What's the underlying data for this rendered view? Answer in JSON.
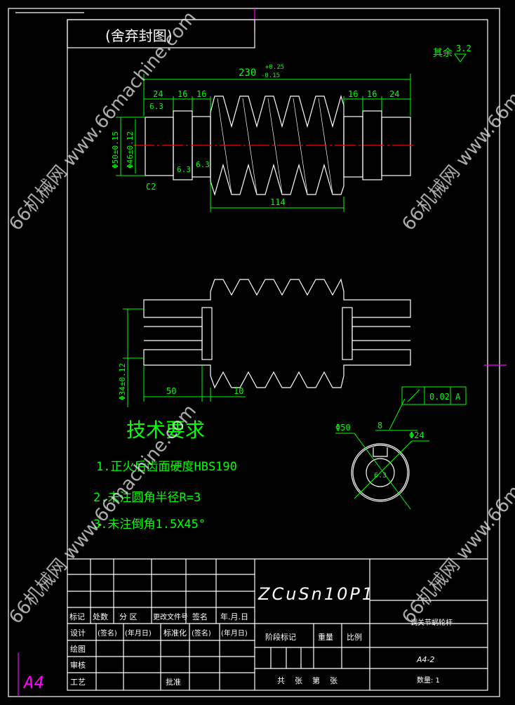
{
  "drawing": {
    "view_title": "(舍弃封图)",
    "roughness_note": "其余",
    "roughness_default": "3.2",
    "roughness_local": "6.3",
    "overall_length": "230",
    "overall_tol_upper": "+0.25",
    "overall_tol_lower": "-0.15",
    "dims_top": [
      "24",
      "16",
      "16",
      "16",
      "16",
      "24"
    ],
    "dia_50": "Φ50±0.15",
    "dia_46": "Φ46±0.12",
    "chamfer": "C2",
    "worm_length": "114",
    "dia_34": "Φ34±0.12",
    "dim_50": "50",
    "dim_10": "10",
    "section_dia_50": "Φ50",
    "section_dia_24": "Φ24",
    "key_width": "8",
    "tolerance_frame": {
      "value": "0.02",
      "datum": "A"
    }
  },
  "tech_requirements": {
    "title": "技术要求",
    "items": [
      "1.正火后齿面硬度HBS190",
      "2.未注圆角半径R=3",
      "3.未注倒角1.5X45°"
    ]
  },
  "title_block": {
    "material": "ZCuSn10P1",
    "part_name": "调关节蜗轮杆",
    "drawing_no": "A4-2",
    "quantity": "数量: 1",
    "headers": [
      "标记",
      "处数",
      "分  区",
      "更改文件号",
      "签名",
      "年.月.日"
    ],
    "design": "设计",
    "sign": "(签名)",
    "date": "(年月日)",
    "standard": "标准化",
    "sign2": "(签名)",
    "date2": "(年月日)",
    "draw": "绘图",
    "review": "审核",
    "process": "工艺",
    "approve": "批准",
    "stage_mark": "阶段标记",
    "weight": "重量",
    "scale": "比例",
    "sheets": "共    张    第    张"
  },
  "sheet_size": "A4",
  "watermark": "66机械网 www.66machine.com"
}
